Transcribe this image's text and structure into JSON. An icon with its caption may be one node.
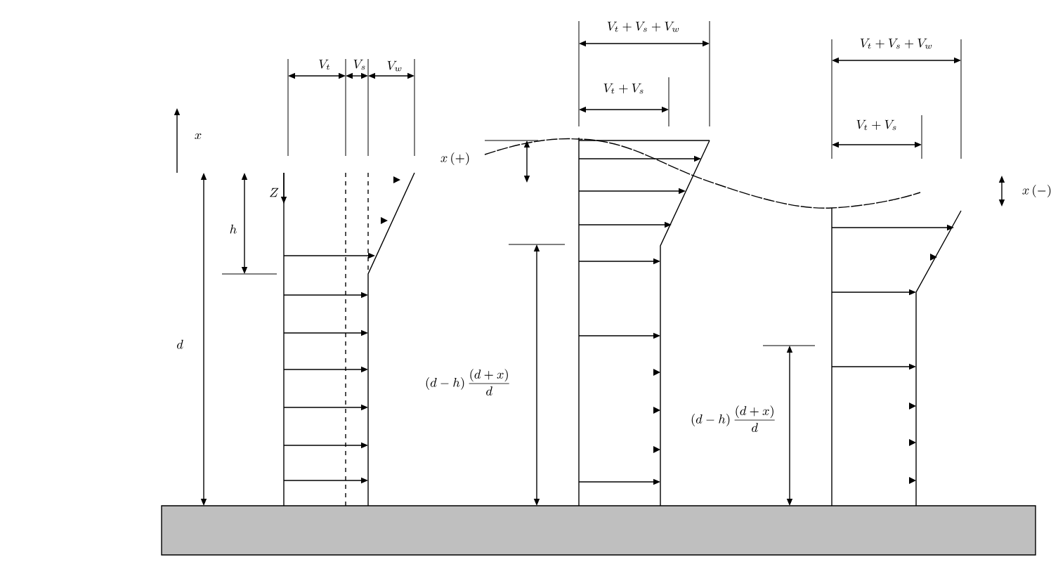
{
  "diagram": {
    "labels": [
      "V_t + V_s + V_w",
      "V_t + V_s + V_w",
      "V_t",
      "V_s",
      "V_w",
      "V_t + V_s",
      "V_t + V_s",
      "x",
      "x\\,(+)",
      "Z",
      "x\\,(-)",
      "h",
      "d",
      "(d-h)\\,\\frac{(d+x)}{d}",
      "(d-h)\\,\\frac{(d+x)}{d}"
    ]
  }
}
